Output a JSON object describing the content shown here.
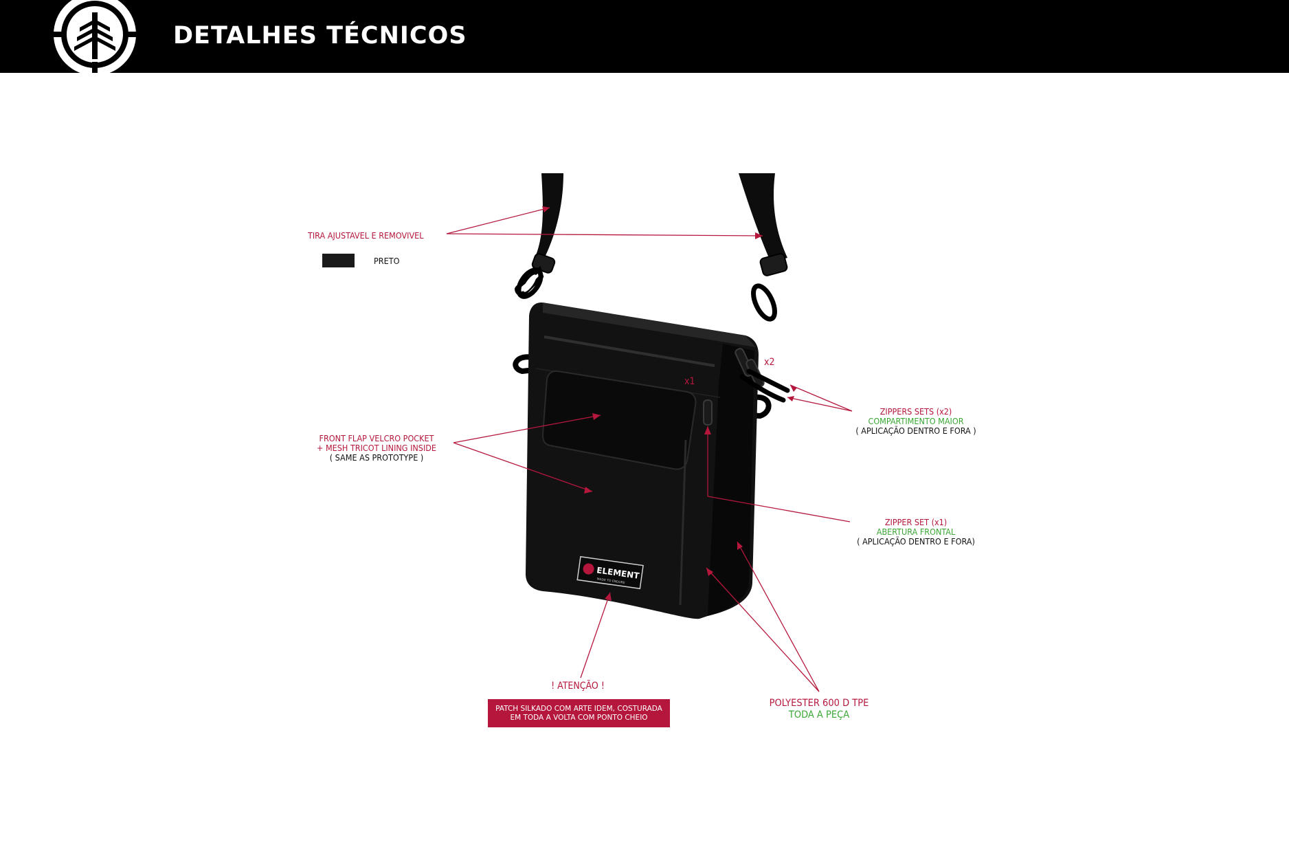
{
  "header": {
    "title": "DETALHES TÉCNICOS",
    "logo_icon": "element-tree-logo-icon"
  },
  "bag": {
    "patch_text": "ELEMENT",
    "patch_subtext": "MADE TO ENDURE"
  },
  "callouts": {
    "strap": {
      "label": "TIRA AJUSTAVEL E REMOVIVEL",
      "swatch_color": "#1a1a1a",
      "swatch_label": "PRETO"
    },
    "front_pocket": {
      "line1": "FRONT FLAP VELCRO POCKET",
      "line2": "+ MESH TRICOT LINING INSIDE",
      "line3": "( SAME AS PROTOTYPE )"
    },
    "zippers_x2": {
      "marker": "x2",
      "line1": "ZIPPERS SETS (x2)",
      "line2": "COMPARTIMENTO MAIOR",
      "line3": "( APLICAÇÃO DENTRO E FORA )"
    },
    "zipper_x1": {
      "marker": "x1",
      "line1": "ZIPPER SET (x1)",
      "line2": "ABERTURA FRONTAL",
      "line3": "( APLICAÇÃO DENTRO E FORA)"
    },
    "attention": {
      "title": "! ATENÇÃO !",
      "line1": "PATCH SILKADO COM ARTE IDEM, COSTURADA",
      "line2": "EM TODA A VOLTA COM PONTO CHEIO"
    },
    "material": {
      "line1": "POLYESTER 600 D TPE",
      "line2": "TODA A PEÇA"
    }
  },
  "colors": {
    "accent_red": "#b5173c",
    "accent_green": "#3aa734",
    "header_bg": "#000000"
  }
}
